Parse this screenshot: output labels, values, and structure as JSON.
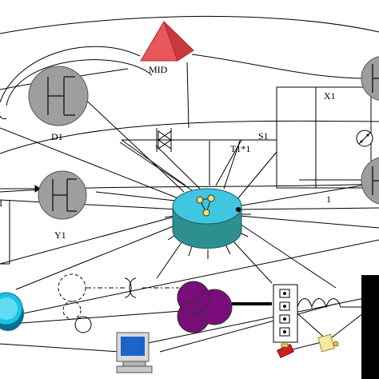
{
  "labels": {
    "mid": "MID",
    "d1": "D1",
    "y1": "Y1",
    "x1": "X1",
    "s1": "S1",
    "t1": "T1*1",
    "one": "1",
    "left_one": "1"
  },
  "colors": {
    "pyramid": "#e8575b",
    "pyramid_dark": "#c9393d",
    "generator": "#9e9e9e",
    "router_top": "#3fc6e0",
    "router_body": "#2d8f8f",
    "transformer": "#7a0d7a",
    "cyan_disc": "#19c3e6",
    "black_block": "#000000",
    "line": "#000000"
  },
  "icons": [
    "pyramid-icon",
    "generator-icon",
    "router-icon",
    "transformer-icon",
    "lamp-icon",
    "switch-icon",
    "computer-icon",
    "storage-disc-icon",
    "bus-icon",
    "key-icon",
    "inductor-icon",
    "breaker-panel-icon"
  ]
}
